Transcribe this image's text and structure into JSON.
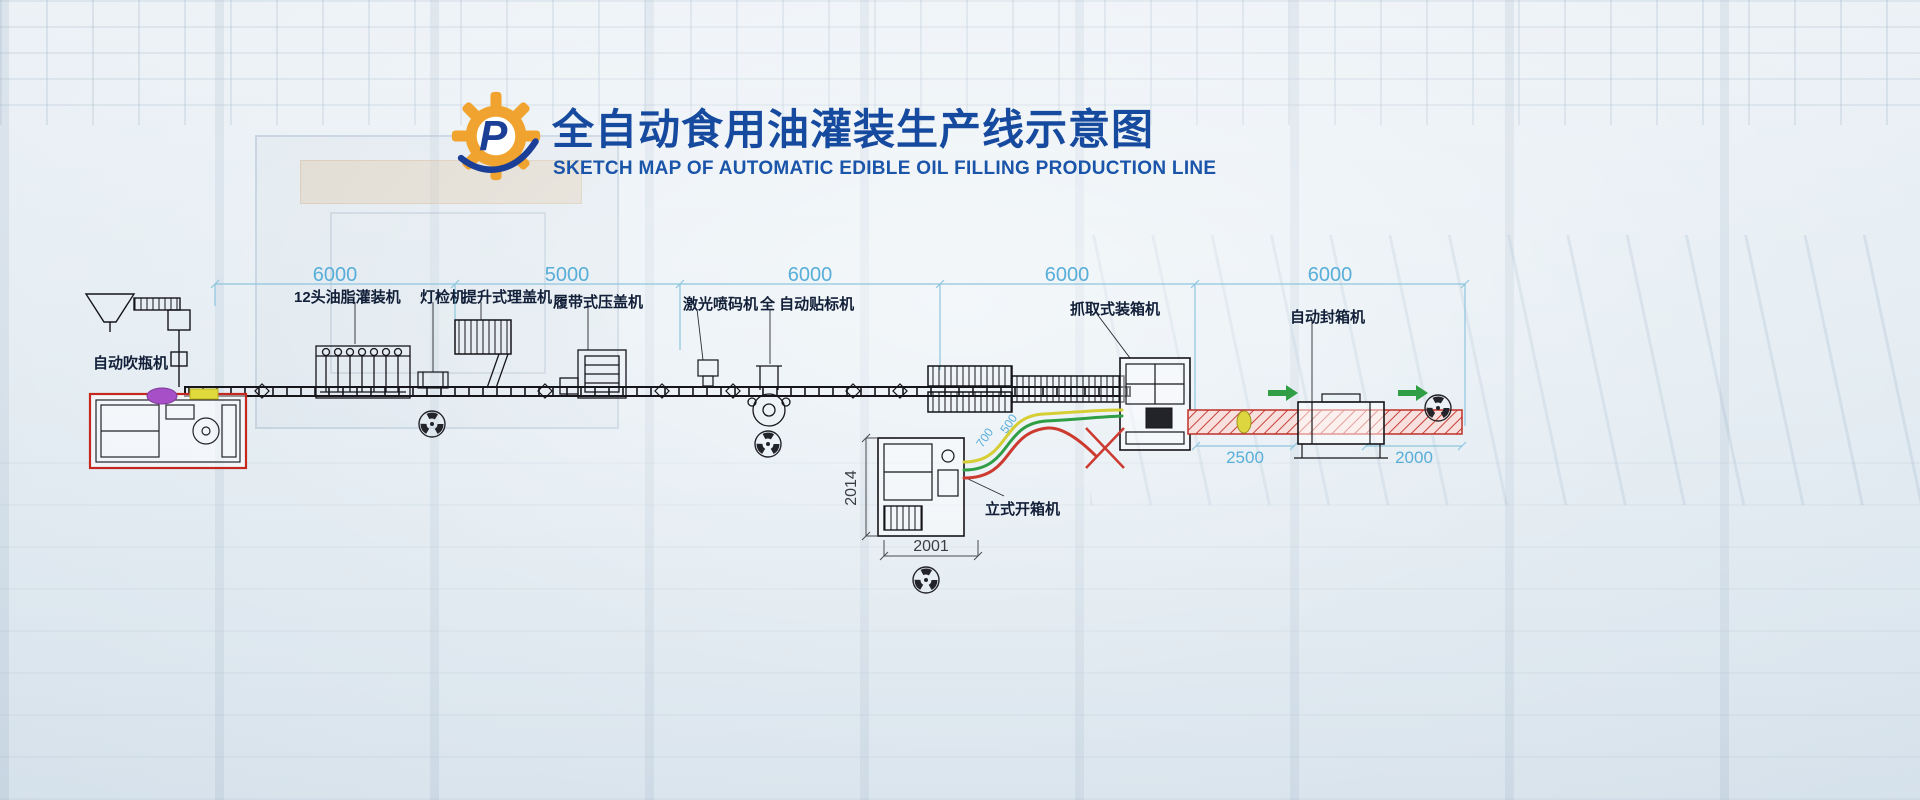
{
  "header": {
    "logo_letter": "P",
    "title_cn": "全自动食用油灌装生产线示意图",
    "title_en": "SKETCH MAP OF AUTOMATIC EDIBLE OIL FILLING PRODUCTION LINE"
  },
  "top_dims": [
    "6000",
    "5000",
    "6000",
    "6000",
    "6000"
  ],
  "machines": {
    "blow": "自动吹瓶机",
    "filling": "12头油脂灌装机",
    "lamp": "灯检机",
    "cap_arranger": "提升式理盖机",
    "capper": "履带式压盖机",
    "laser": "激光喷码机",
    "labeler": "全 自动贴标机",
    "case_packer": "抓取式装箱机",
    "case_sealer": "自动封箱机",
    "case_opener": "立式开箱机"
  },
  "measurements": {
    "opener_height": "2014",
    "opener_width": "2001",
    "curve_small": "700",
    "curve_large": "500",
    "conveyor_left": "2500",
    "conveyor_right": "2000"
  },
  "colors": {
    "title_blue": "#164a9e",
    "dimension_blue": "#58aed8",
    "line_dark": "#15151a",
    "machine_red": "#c4281e",
    "arrow_green": "#2f9e44",
    "tray_yellow": "#ddd63e",
    "preform_purple": "#a64fc6",
    "logo_orange": "#f0a32e"
  }
}
